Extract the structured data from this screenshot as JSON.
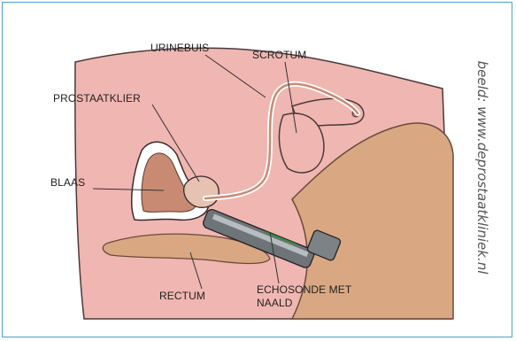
{
  "labels": {
    "urinebuis": "URINEBUIS",
    "scrotum": "SCROTUM",
    "prostaatklier": "PROSTAATKLIER",
    "blaas": "BLAAS",
    "rectum": "RECTUM",
    "echosonde_line1": "ECHOSONDE MET",
    "echosonde_line2": "NAALD"
  },
  "credit": "beeld: www.deprostaatkliniek.nl",
  "colors": {
    "frame_border": "#4ca0cf",
    "body_pink": "#f0b6b2",
    "skin_tan": "#d9a882",
    "bladder": "#c98a74",
    "outline": "#3a2a2a"
  }
}
